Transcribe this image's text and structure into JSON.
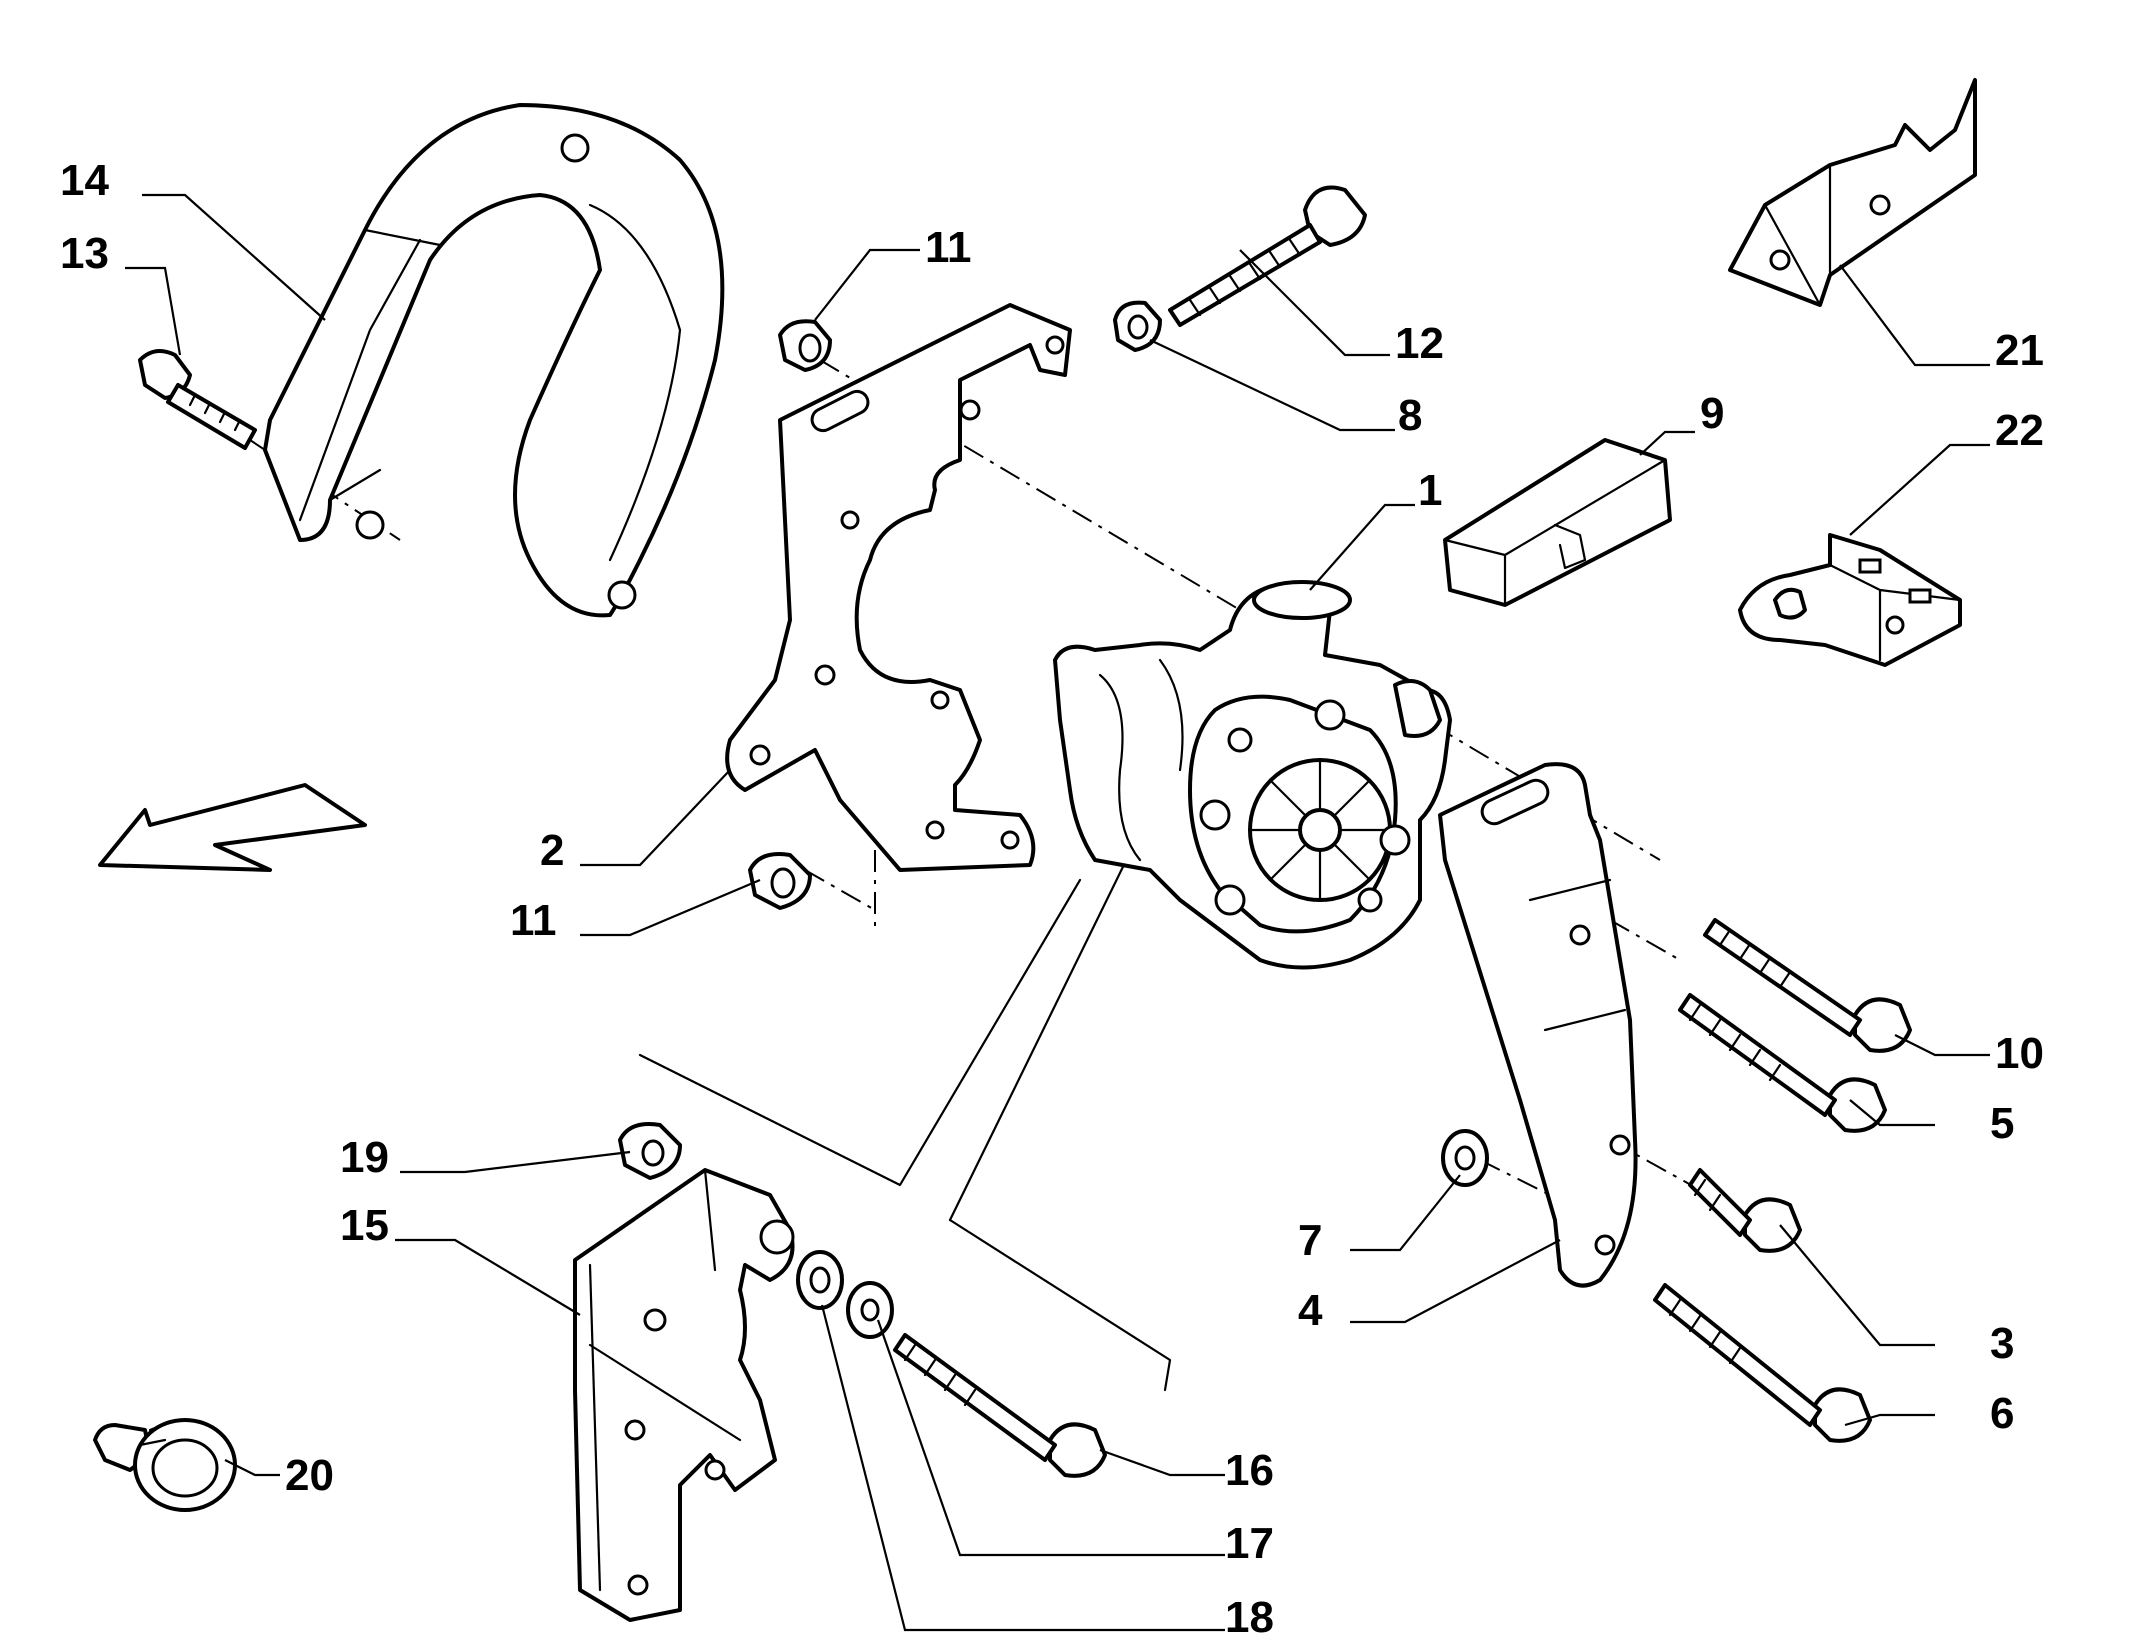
{
  "diagram": {
    "callouts": [
      {
        "id": "c1",
        "label": "1"
      },
      {
        "id": "c2",
        "label": "2"
      },
      {
        "id": "c3",
        "label": "3"
      },
      {
        "id": "c4",
        "label": "4"
      },
      {
        "id": "c5",
        "label": "5"
      },
      {
        "id": "c6",
        "label": "6"
      },
      {
        "id": "c7",
        "label": "7"
      },
      {
        "id": "c8",
        "label": "8"
      },
      {
        "id": "c9",
        "label": "9"
      },
      {
        "id": "c10",
        "label": "10"
      },
      {
        "id": "c11a",
        "label": "11"
      },
      {
        "id": "c11b",
        "label": "11"
      },
      {
        "id": "c12",
        "label": "12"
      },
      {
        "id": "c13",
        "label": "13"
      },
      {
        "id": "c14",
        "label": "14"
      },
      {
        "id": "c15",
        "label": "15"
      },
      {
        "id": "c16",
        "label": "16"
      },
      {
        "id": "c17",
        "label": "17"
      },
      {
        "id": "c18",
        "label": "18"
      },
      {
        "id": "c19",
        "label": "19"
      },
      {
        "id": "c20",
        "label": "20"
      },
      {
        "id": "c21",
        "label": "21"
      },
      {
        "id": "c22",
        "label": "22"
      }
    ],
    "colors": {
      "line": "#000000",
      "background": "#ffffff"
    }
  }
}
